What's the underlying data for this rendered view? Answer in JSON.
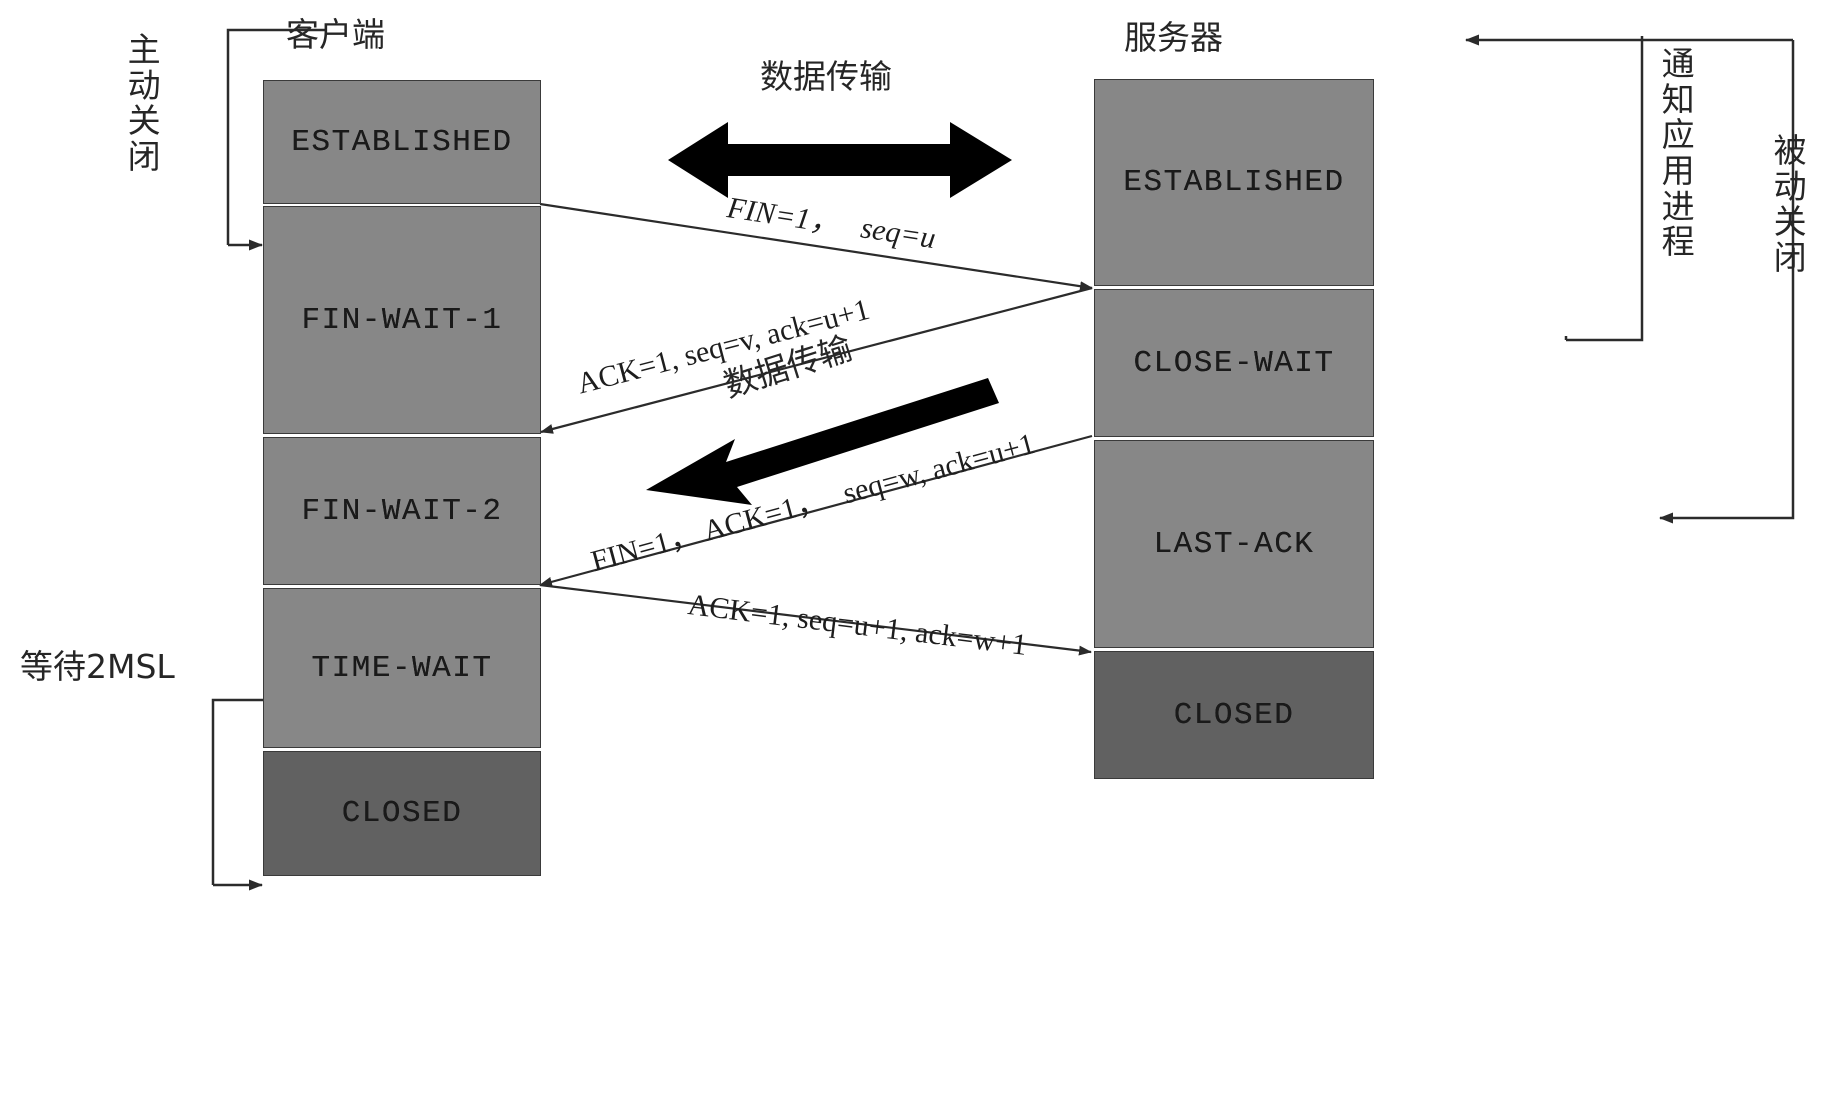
{
  "diagram": {
    "title_left": "客户端",
    "title_right": "服务器",
    "side_labels": {
      "active_close": "主动关闭",
      "passive_close": "被动关闭",
      "notify_app": "通知应用进程",
      "wait_2msl": "等待2MSL"
    },
    "transfer_label_top": "数据传输",
    "transfer_label_mid": "数据传输"
  },
  "client_states": [
    {
      "label": "ESTABLISHED",
      "kind": "active"
    },
    {
      "label": "FIN-WAIT-1",
      "kind": "active"
    },
    {
      "label": "FIN-WAIT-2",
      "kind": "active"
    },
    {
      "label": "TIME-WAIT",
      "kind": "active"
    },
    {
      "label": "CLOSED",
      "kind": "closed"
    }
  ],
  "server_states": [
    {
      "label": "ESTABLISHED",
      "kind": "active"
    },
    {
      "label": "CLOSE-WAIT",
      "kind": "active"
    },
    {
      "label": "LAST-ACK",
      "kind": "active"
    },
    {
      "label": "CLOSED",
      "kind": "closed"
    }
  ],
  "messages": [
    {
      "id": "fin1",
      "text": "FIN=1， seq=u",
      "direction": "client-to-server"
    },
    {
      "id": "ack1",
      "text": "ACK=1, seq=v, ack=u+1",
      "direction": "server-to-client"
    },
    {
      "id": "fin2",
      "text": "FIN=1， ACK=1， seq=w, ack=u+1",
      "direction": "server-to-client"
    },
    {
      "id": "ack2",
      "text": "ACK=1, seq=u+1, ack=w+1",
      "direction": "client-to-server"
    }
  ],
  "messages_split": {
    "fin1_a": "FIN=1，",
    "fin1_b": "seq=u",
    "ack1_full": "ACK=1, seq=v, ack=u+1",
    "fin2_a": "FIN=1， ACK=1，",
    "fin2_b": "seq=w, ack=u+1",
    "ack2_full": "ACK=1, seq=u+1, ack=w+1"
  },
  "colors": {
    "box_fill": "#878787",
    "box_fill_closed": "#616161",
    "box_stroke": "#3a3a3a",
    "line": "#2b2b2b",
    "thick_arrow": "#000000",
    "text": "#262626",
    "background": "#ffffff"
  }
}
